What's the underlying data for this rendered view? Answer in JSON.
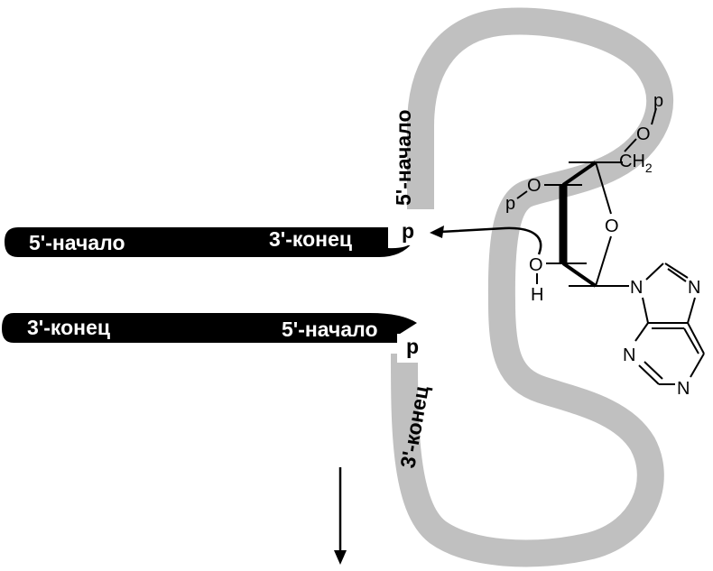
{
  "strand_top": {
    "left_label": "5'-начало",
    "right_label": "3'-конец"
  },
  "strand_bottom": {
    "left_label": "3'-конец",
    "right_label": "5'-начало"
  },
  "loop": {
    "top_label": "5'-начало",
    "bottom_label": "3'-конец",
    "phosphate_top": "p",
    "phosphate_bottom": "p"
  },
  "nucleotide": {
    "phosphate_5prime": "p",
    "oxygen_5prime": "O",
    "ch2": "CH",
    "ch2_sub": "2",
    "phosphate_3prime": "p",
    "oxygen_3prime": "O",
    "ring_oxygen": "O",
    "hydroxyl_oxygen": "O",
    "hydroxyl_hydrogen": "H",
    "base_n9": "N",
    "base_n7": "N",
    "base_n3": "N",
    "base_n1": "N"
  },
  "colors": {
    "strand": "#000000",
    "loop": "#c0c0c0",
    "label_on_strand": "#ffffff",
    "background": "#ffffff"
  }
}
